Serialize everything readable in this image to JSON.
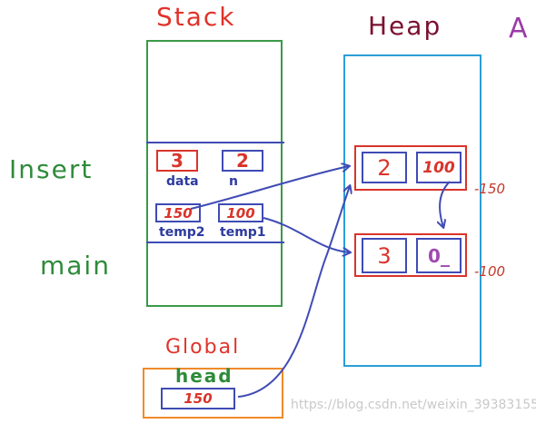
{
  "titles": {
    "stack": "Stack",
    "heap": "Heap",
    "cut_letter": "A"
  },
  "frames": {
    "insert": "Insert",
    "main": "main"
  },
  "stack": {
    "insert_frame": {
      "data": {
        "name": "data",
        "value": "3"
      },
      "n": {
        "name": "n",
        "value": "2"
      }
    },
    "main_frame": {
      "temp2": {
        "name": "temp2",
        "value": "150"
      },
      "temp1": {
        "name": "temp1",
        "value": "100"
      }
    }
  },
  "heap": {
    "nodes": [
      {
        "data": "2",
        "next": "100",
        "address": "-150"
      },
      {
        "data": "3",
        "next": "0_",
        "address": "-100"
      }
    ]
  },
  "global": {
    "title": "Global",
    "head": {
      "name": "head",
      "value": "150"
    }
  },
  "colors": {
    "stack_border": "#3a9a48",
    "heap_border": "#2a9ed8",
    "node_border": "#d9342b",
    "field_border": "#3f4bb5",
    "global_border": "#f08a2a",
    "arrow": "#3f4bb5"
  },
  "watermark": "https://blog.csdn.net/weixin_39383155"
}
